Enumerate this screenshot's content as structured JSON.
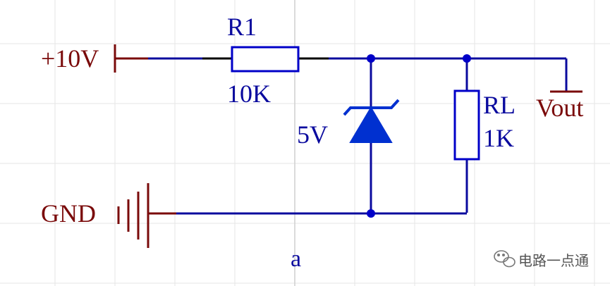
{
  "labels": {
    "supply": "+10V",
    "r1_name": "R1",
    "r1_value": "10K",
    "zener_value": "5V",
    "rl_name": "RL",
    "rl_value": "1K",
    "output": "Vout",
    "ground": "GND",
    "figure_label": "a",
    "watermark": "电路一点通"
  },
  "colors": {
    "wire": "#0a0a9e",
    "component": "#0000c8",
    "zener_fill": "#0030d0",
    "port": "#7a0a0a",
    "port_text": "#7a0a0a",
    "component_text": "#0a0a9e",
    "grid": "#e6e6e6",
    "grid_center": "#cfcfcf",
    "watermark": "#555555"
  },
  "icons": {
    "power_port": "power-bar-icon",
    "ground_port": "earth-ground-icon",
    "output_port": "output-port-icon",
    "watermark_logo": "wechat-logo-icon"
  }
}
